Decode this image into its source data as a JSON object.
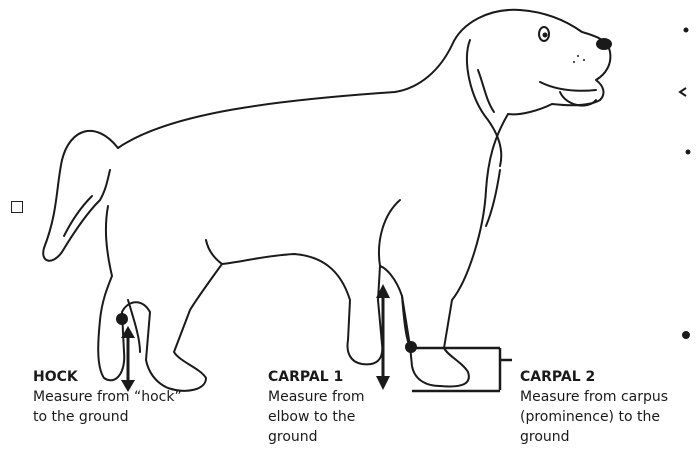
{
  "labels": {
    "hock": {
      "title": "HOCK",
      "lines": [
        "Measure from “hock”",
        "to the ground"
      ]
    },
    "carpal1": {
      "title": "CARPAL 1",
      "lines": [
        "Measure from",
        "elbow to the",
        "ground"
      ]
    },
    "carpal2": {
      "title": "CARPAL 2",
      "lines": [
        "Measure from carpus",
        "(prominence) to the",
        "ground"
      ]
    }
  },
  "colors": {
    "ink": "#1a1a1a",
    "background": "#ffffff"
  },
  "icons": [
    "checkbox-icon",
    "dog-illustration",
    "measurement-arrow-icon",
    "measurement-dot-icon"
  ]
}
